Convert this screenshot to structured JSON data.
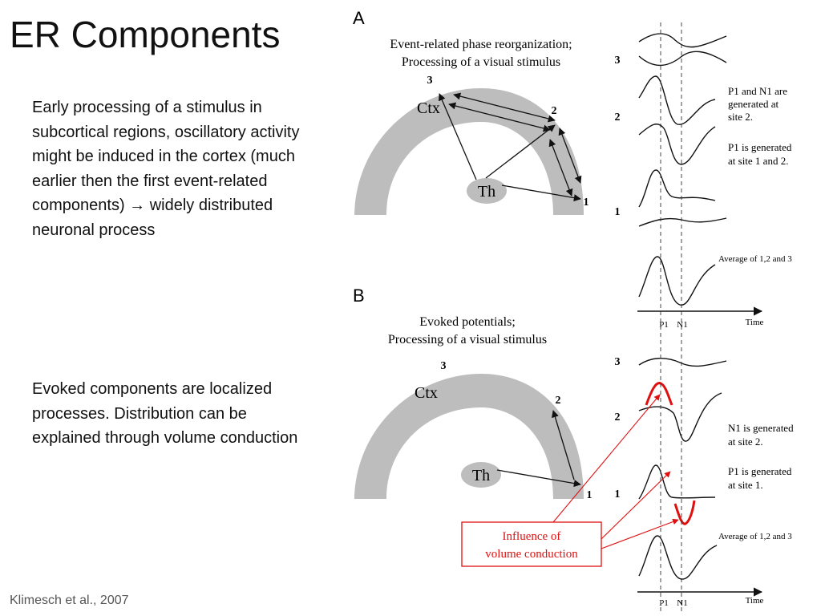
{
  "slide": {
    "title": "ER Components",
    "paragraphs": [
      "Early processing of a stimulus in subcortical regions, oscillatory activity might be induced in the cortex (much earlier then the first event-related components) → widely distributed neuronal process",
      "Evoked components are localized processes. Distribution can be explained through volume conduction"
    ],
    "citation": "Klimesch et al., 2007"
  },
  "figure": {
    "panel_a": {
      "letter": "A",
      "caption_line1": "Event-related phase reorganization;",
      "caption_line2": "Processing of a visual stimulus",
      "cortex_label": "Ctx",
      "thalamus_label": "Th",
      "site_labels": [
        "1",
        "2",
        "3"
      ],
      "trace_labels": [
        "3",
        "2",
        "1"
      ],
      "annotation1_line1": "P1 and N1 are",
      "annotation1_line2": "generated at",
      "annotation1_line3": "site 2.",
      "annotation2_line1": "P1 is generated",
      "annotation2_line2": "at site 1 and 2.",
      "average_label": "Average of 1,2 and 3",
      "axis_label": "Time",
      "tick_labels": [
        "P1",
        "N1"
      ]
    },
    "panel_b": {
      "letter": "B",
      "caption_line1": "Evoked potentials;",
      "caption_line2": "Processing of a visual stimulus",
      "cortex_label": "Ctx",
      "thalamus_label": "Th",
      "site_labels": [
        "1",
        "2",
        "3"
      ],
      "trace_labels": [
        "3",
        "2",
        "1"
      ],
      "annotation1_line1": "N1 is generated",
      "annotation1_line2": "at site 2.",
      "annotation2_line1": "P1 is generated",
      "annotation2_line2": "at site 1.",
      "average_label": "Average of 1,2 and 3",
      "axis_label": "Time",
      "tick_labels": [
        "P1",
        "N1"
      ],
      "volume_box_line1": "Influence of",
      "volume_box_line2": "volume conduction"
    },
    "colors": {
      "arc_fill": "#bdbdbd",
      "highlight": "#e01010",
      "line": "#111111"
    }
  }
}
